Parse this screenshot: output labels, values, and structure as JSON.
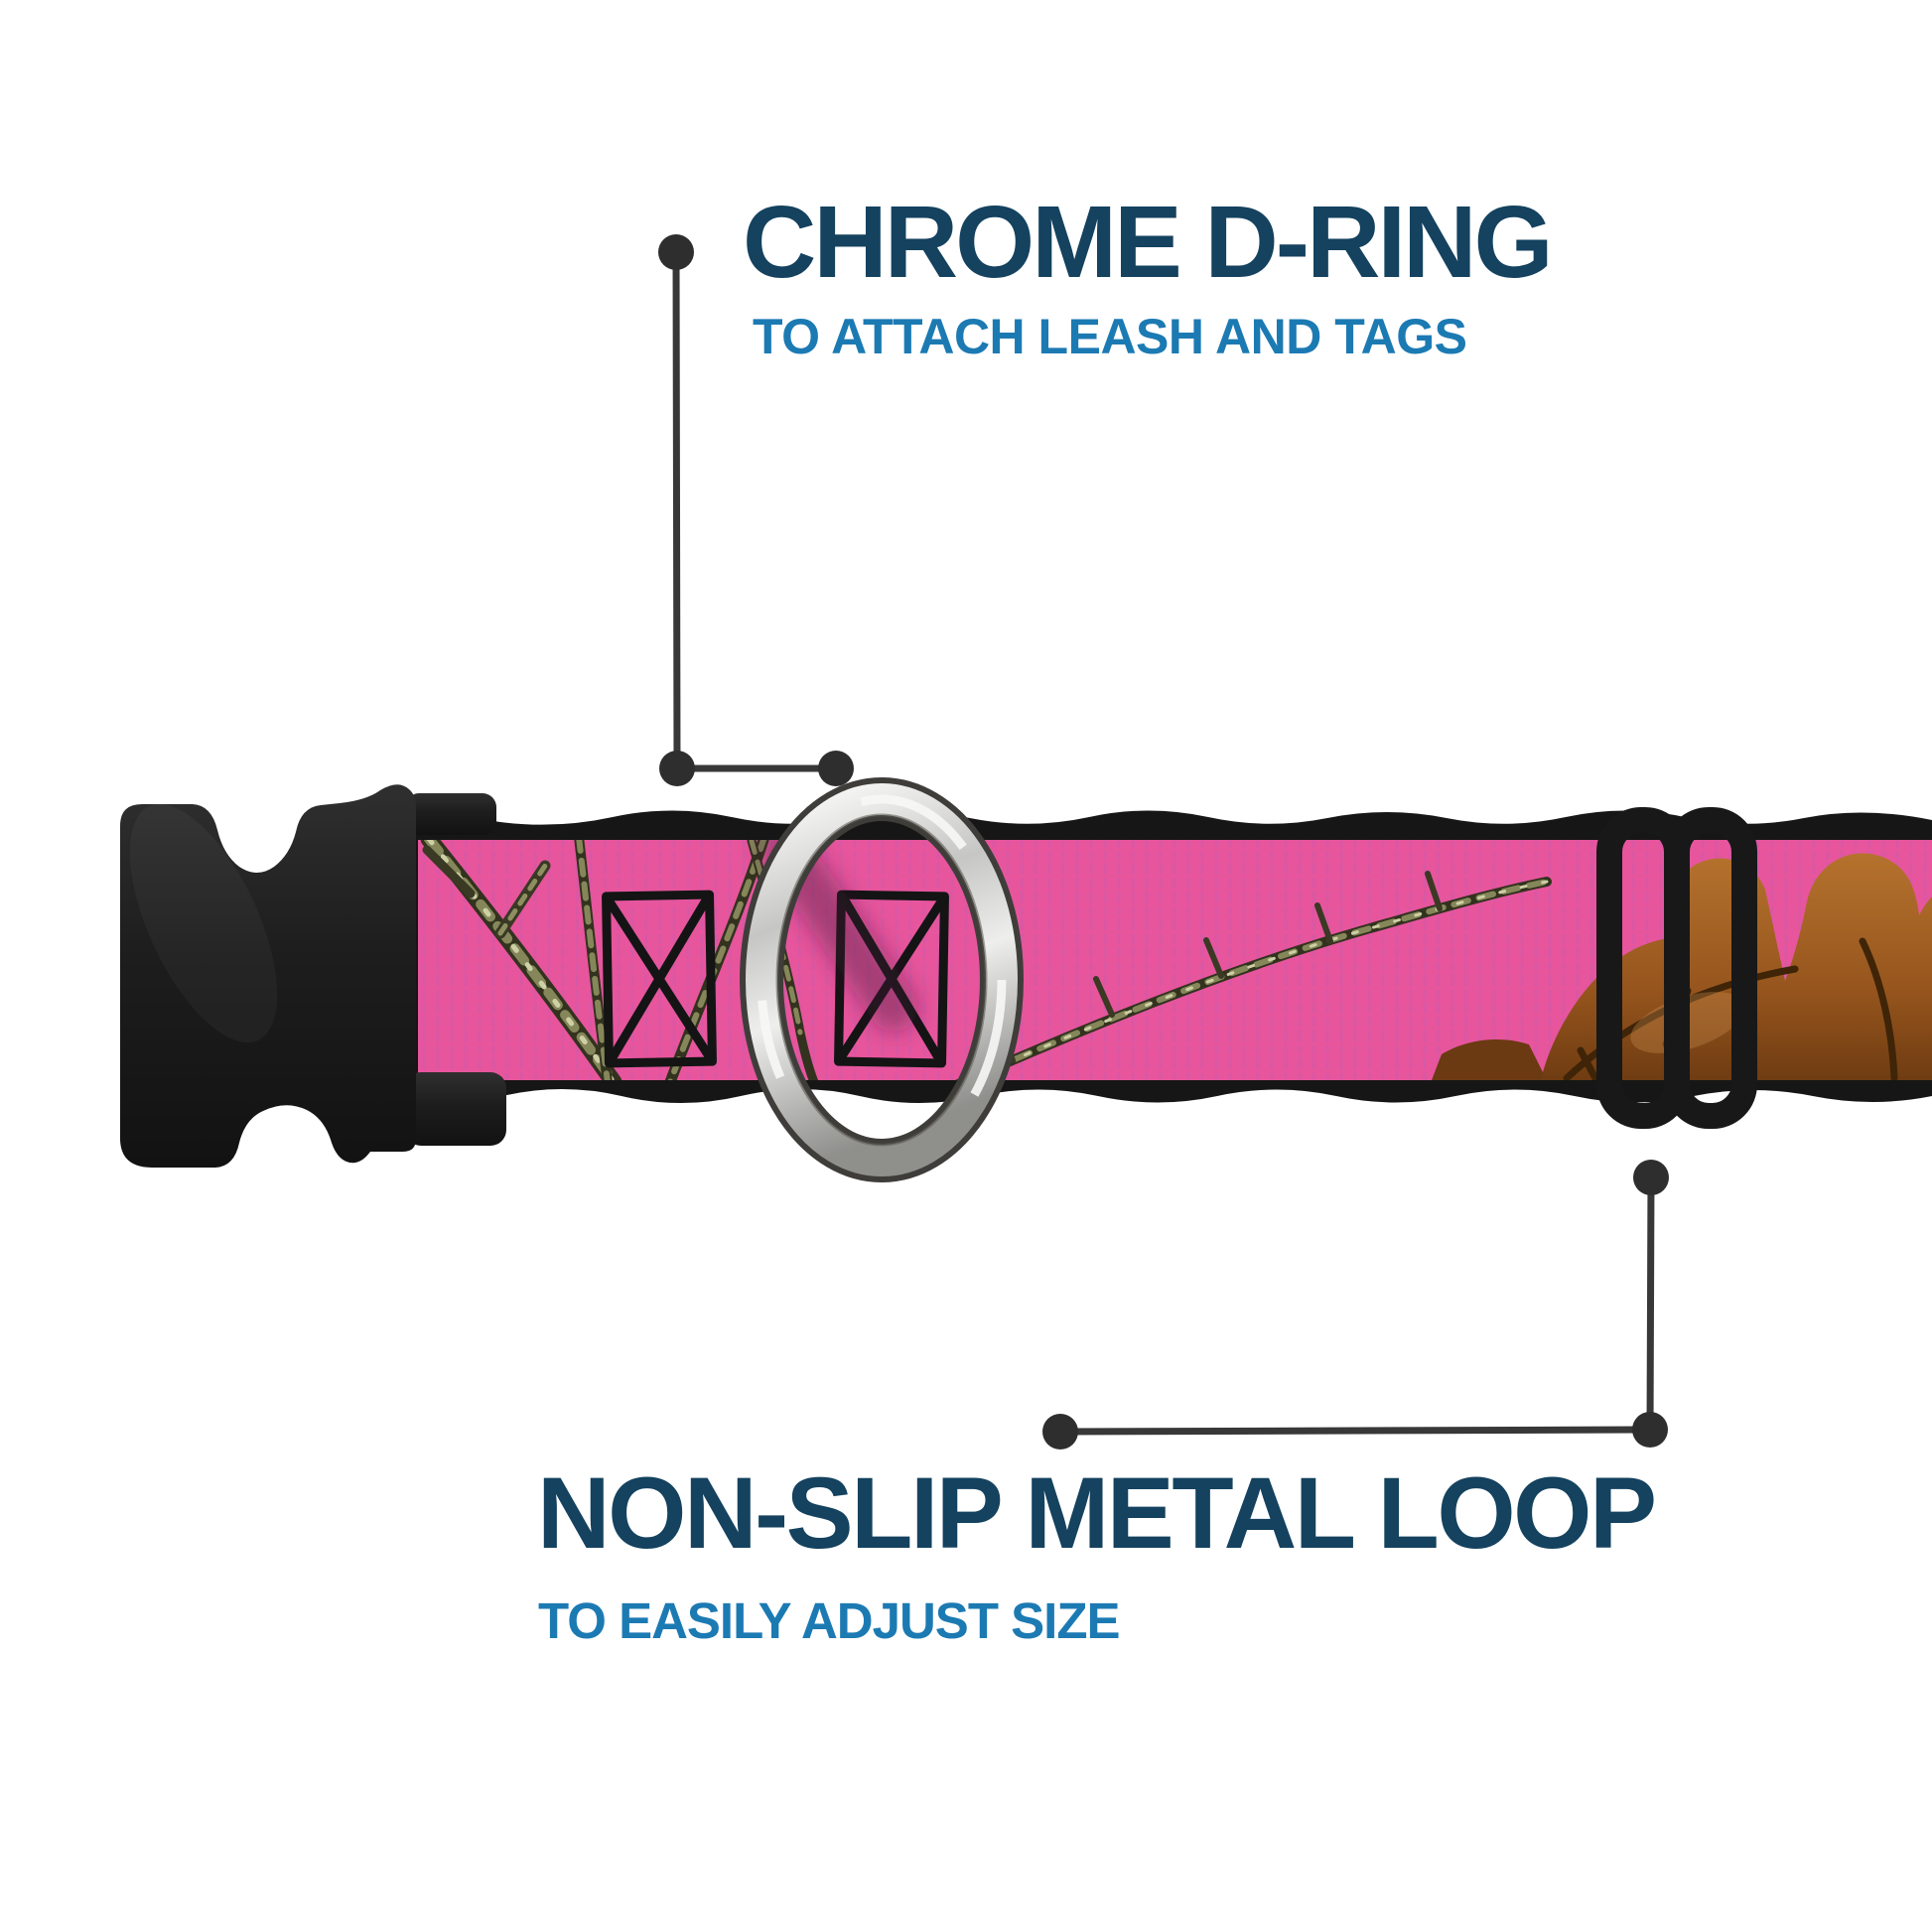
{
  "callouts": {
    "top": {
      "title": "CHROME D-RING",
      "subtitle": "TO ATTACH LEASH AND TAGS"
    },
    "bottom": {
      "title": "NON-SLIP METAL LOOP",
      "subtitle": "TO EASILY ADJUST SIZE"
    }
  },
  "colors": {
    "title_navy": "#14425f",
    "subtitle_blue": "#1c7ab3",
    "callout_line_gray": "#383838",
    "callout_dot_gray": "#2e2e2e",
    "strap_pink": "#e7559d",
    "strap_edge_black": "#161616",
    "buckle_black": "#1f1f1f",
    "chrome_silver": "#d8d8d6",
    "twig_olive": "#85875a",
    "leaf_brown": "#9c5a20"
  },
  "product": {
    "parts": [
      "side-release-buckle",
      "pink-camo-collar-strap",
      "stitch-box-left",
      "stitch-box-right",
      "chrome-d-ring",
      "metal-tri-glide-loop",
      "oak-leaf"
    ]
  }
}
